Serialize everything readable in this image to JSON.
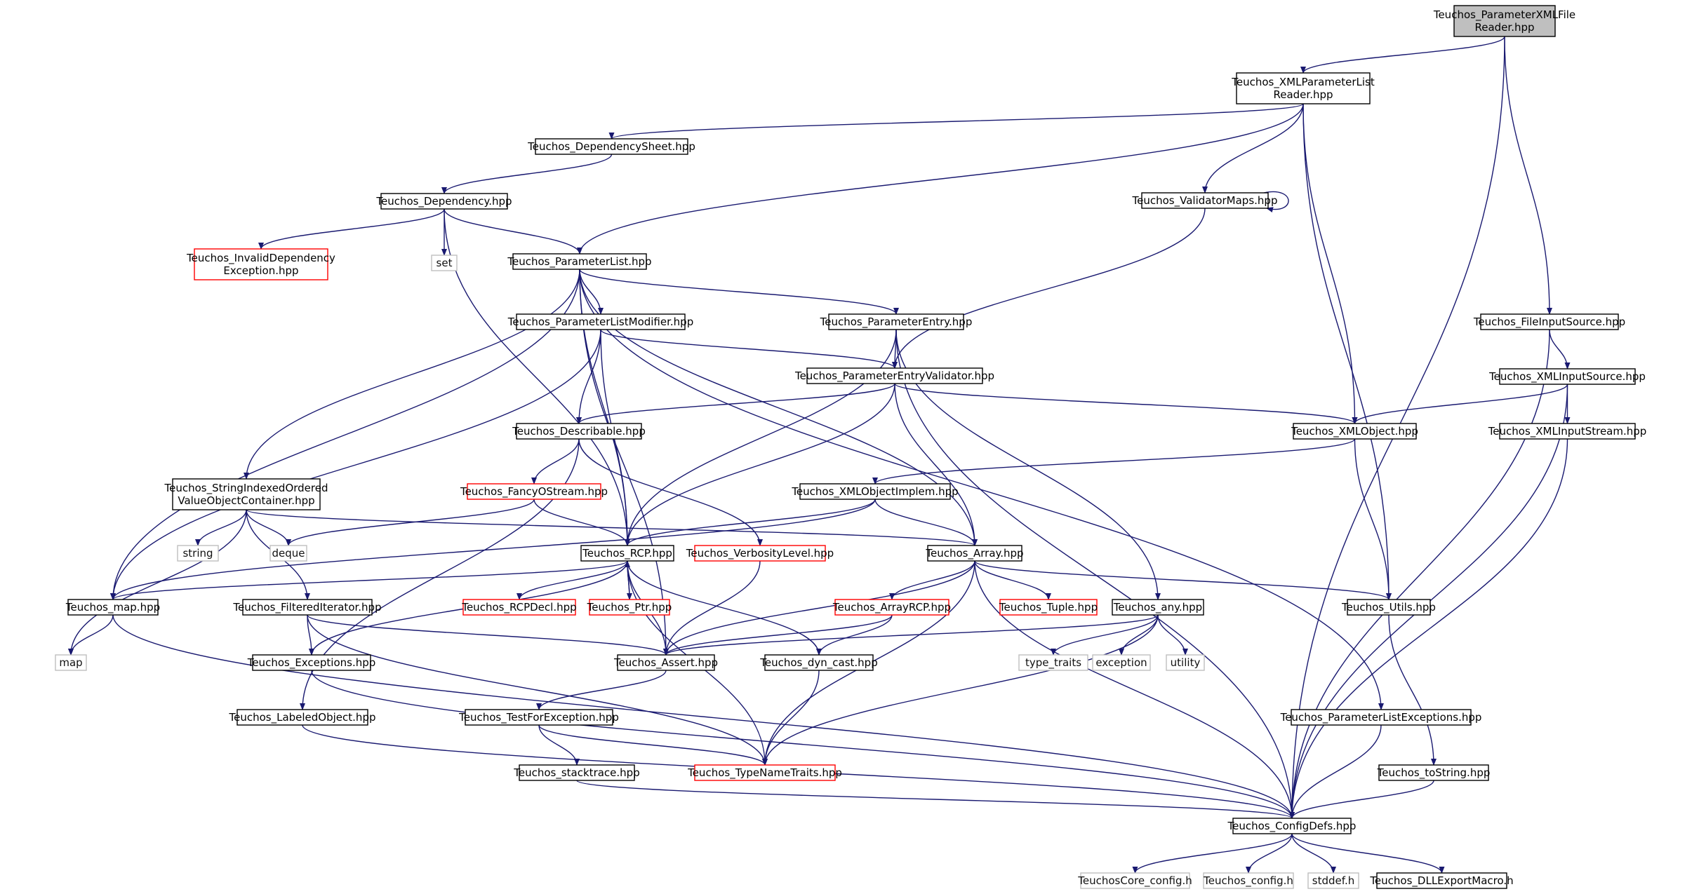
{
  "colors": {
    "edge": "#191970",
    "box_normal": "#000000",
    "box_truncated": "#ff0000",
    "box_external": "#bfbfbf",
    "root_fill": "#bfbfbf",
    "background": "#ffffff"
  },
  "nodes": [
    {
      "id": "root",
      "lines": [
        "Teuchos_ParameterXMLFile",
        "Reader.hpp"
      ],
      "style": "root"
    },
    {
      "id": "xmlplreader",
      "lines": [
        "Teuchos_XMLParameterList",
        "Reader.hpp"
      ],
      "style": "normal"
    },
    {
      "id": "depsheet",
      "lines": [
        "Teuchos_DependencySheet.hpp"
      ],
      "style": "normal"
    },
    {
      "id": "dependency",
      "lines": [
        "Teuchos_Dependency.hpp"
      ],
      "style": "normal"
    },
    {
      "id": "invaliddep",
      "lines": [
        "Teuchos_InvalidDependency",
        "Exception.hpp"
      ],
      "style": "truncated"
    },
    {
      "id": "set",
      "lines": [
        "set"
      ],
      "style": "external"
    },
    {
      "id": "paramlist",
      "lines": [
        "Teuchos_ParameterList.hpp"
      ],
      "style": "normal"
    },
    {
      "id": "validatormaps",
      "lines": [
        "Teuchos_ValidatorMaps.hpp"
      ],
      "style": "normal"
    },
    {
      "id": "plmodifier",
      "lines": [
        "Teuchos_ParameterListModifier.hpp"
      ],
      "style": "normal"
    },
    {
      "id": "paramentry",
      "lines": [
        "Teuchos_ParameterEntry.hpp"
      ],
      "style": "normal"
    },
    {
      "id": "fileinput",
      "lines": [
        "Teuchos_FileInputSource.hpp"
      ],
      "style": "normal"
    },
    {
      "id": "pevalidator",
      "lines": [
        "Teuchos_ParameterEntryValidator.hpp"
      ],
      "style": "normal"
    },
    {
      "id": "xmlinputsource",
      "lines": [
        "Teuchos_XMLInputSource.hpp"
      ],
      "style": "normal"
    },
    {
      "id": "describable",
      "lines": [
        "Teuchos_Describable.hpp"
      ],
      "style": "normal"
    },
    {
      "id": "xmlobject",
      "lines": [
        "Teuchos_XMLObject.hpp"
      ],
      "style": "normal"
    },
    {
      "id": "xmlinputstream",
      "lines": [
        "Teuchos_XMLInputStream.hpp"
      ],
      "style": "normal"
    },
    {
      "id": "stringindexed",
      "lines": [
        "Teuchos_StringIndexedOrdered",
        "ValueObjectContainer.hpp"
      ],
      "style": "normal"
    },
    {
      "id": "fancyostream",
      "lines": [
        "Teuchos_FancyOStream.hpp"
      ],
      "style": "truncated"
    },
    {
      "id": "xmlobjectimplem",
      "lines": [
        "Teuchos_XMLObjectImplem.hpp"
      ],
      "style": "normal"
    },
    {
      "id": "string",
      "lines": [
        "string"
      ],
      "style": "external"
    },
    {
      "id": "deque",
      "lines": [
        "deque"
      ],
      "style": "external"
    },
    {
      "id": "rcp",
      "lines": [
        "Teuchos_RCP.hpp"
      ],
      "style": "normal"
    },
    {
      "id": "verbosity",
      "lines": [
        "Teuchos_VerbosityLevel.hpp"
      ],
      "style": "truncated"
    },
    {
      "id": "array",
      "lines": [
        "Teuchos_Array.hpp"
      ],
      "style": "normal"
    },
    {
      "id": "map_hpp",
      "lines": [
        "Teuchos_map.hpp"
      ],
      "style": "normal"
    },
    {
      "id": "filtered",
      "lines": [
        "Teuchos_FilteredIterator.hpp"
      ],
      "style": "normal"
    },
    {
      "id": "rcpdecl",
      "lines": [
        "Teuchos_RCPDecl.hpp"
      ],
      "style": "truncated"
    },
    {
      "id": "ptr",
      "lines": [
        "Teuchos_Ptr.hpp"
      ],
      "style": "truncated"
    },
    {
      "id": "arrayrcp",
      "lines": [
        "Teuchos_ArrayRCP.hpp"
      ],
      "style": "truncated"
    },
    {
      "id": "tuple",
      "lines": [
        "Teuchos_Tuple.hpp"
      ],
      "style": "truncated"
    },
    {
      "id": "any",
      "lines": [
        "Teuchos_any.hpp"
      ],
      "style": "normal"
    },
    {
      "id": "utils",
      "lines": [
        "Teuchos_Utils.hpp"
      ],
      "style": "normal"
    },
    {
      "id": "map",
      "lines": [
        "map"
      ],
      "style": "external"
    },
    {
      "id": "exceptions",
      "lines": [
        "Teuchos_Exceptions.hpp"
      ],
      "style": "normal"
    },
    {
      "id": "assert",
      "lines": [
        "Teuchos_Assert.hpp"
      ],
      "style": "normal"
    },
    {
      "id": "dyncast",
      "lines": [
        "Teuchos_dyn_cast.hpp"
      ],
      "style": "normal"
    },
    {
      "id": "type_traits",
      "lines": [
        "type_traits"
      ],
      "style": "external"
    },
    {
      "id": "exception",
      "lines": [
        "exception"
      ],
      "style": "external"
    },
    {
      "id": "utility",
      "lines": [
        "utility"
      ],
      "style": "external"
    },
    {
      "id": "labeled",
      "lines": [
        "Teuchos_LabeledObject.hpp"
      ],
      "style": "normal"
    },
    {
      "id": "testforexc",
      "lines": [
        "Teuchos_TestForException.hpp"
      ],
      "style": "normal"
    },
    {
      "id": "plexceptions",
      "lines": [
        "Teuchos_ParameterListExceptions.hpp"
      ],
      "style": "normal"
    },
    {
      "id": "stacktrace",
      "lines": [
        "Teuchos_stacktrace.hpp"
      ],
      "style": "normal"
    },
    {
      "id": "typenametraits",
      "lines": [
        "Teuchos_TypeNameTraits.hpp"
      ],
      "style": "truncated"
    },
    {
      "id": "tostring",
      "lines": [
        "Teuchos_toString.hpp"
      ],
      "style": "normal"
    },
    {
      "id": "configdefs",
      "lines": [
        "Teuchos_ConfigDefs.hpp"
      ],
      "style": "normal"
    },
    {
      "id": "coreconfig",
      "lines": [
        "TeuchosCore_config.h"
      ],
      "style": "external"
    },
    {
      "id": "config",
      "lines": [
        "Teuchos_config.h"
      ],
      "style": "external"
    },
    {
      "id": "stddef",
      "lines": [
        "stddef.h"
      ],
      "style": "external"
    },
    {
      "id": "dllexport",
      "lines": [
        "Teuchos_DLLExportMacro.h"
      ],
      "style": "normal"
    }
  ],
  "edges": [
    [
      "root",
      "xmlplreader"
    ],
    [
      "root",
      "fileinput"
    ],
    [
      "root",
      "configdefs"
    ],
    [
      "xmlplreader",
      "depsheet"
    ],
    [
      "xmlplreader",
      "paramlist"
    ],
    [
      "xmlplreader",
      "validatormaps"
    ],
    [
      "xmlplreader",
      "xmlobject"
    ],
    [
      "xmlplreader",
      "utils"
    ],
    [
      "depsheet",
      "dependency"
    ],
    [
      "dependency",
      "invaliddep"
    ],
    [
      "dependency",
      "set"
    ],
    [
      "dependency",
      "paramlist"
    ],
    [
      "dependency",
      "rcp"
    ],
    [
      "validatormaps",
      "validatormaps"
    ],
    [
      "validatormaps",
      "pevalidator"
    ],
    [
      "paramlist",
      "plmodifier"
    ],
    [
      "paramlist",
      "paramentry"
    ],
    [
      "paramlist",
      "stringindexed"
    ],
    [
      "paramlist",
      "map_hpp"
    ],
    [
      "paramlist",
      "rcp"
    ],
    [
      "paramlist",
      "assert"
    ],
    [
      "paramlist",
      "array"
    ],
    [
      "paramlist",
      "plexceptions"
    ],
    [
      "plmodifier",
      "pevalidator"
    ],
    [
      "plmodifier",
      "describable"
    ],
    [
      "plmodifier",
      "rcp"
    ],
    [
      "plmodifier",
      "map_hpp"
    ],
    [
      "paramentry",
      "pevalidator"
    ],
    [
      "paramentry",
      "rcp"
    ],
    [
      "paramentry",
      "any"
    ],
    [
      "paramentry",
      "configdefs"
    ],
    [
      "fileinput",
      "xmlinputsource"
    ],
    [
      "fileinput",
      "configdefs"
    ],
    [
      "xmlinputsource",
      "xmlobject"
    ],
    [
      "xmlinputsource",
      "xmlinputstream"
    ],
    [
      "xmlinputsource",
      "configdefs"
    ],
    [
      "xmlinputstream",
      "configdefs"
    ],
    [
      "pevalidator",
      "describable"
    ],
    [
      "pevalidator",
      "xmlobject"
    ],
    [
      "pevalidator",
      "array"
    ],
    [
      "pevalidator",
      "rcp"
    ],
    [
      "xmlobject",
      "xmlobjectimplem"
    ],
    [
      "xmlobject",
      "utils"
    ],
    [
      "describable",
      "fancyostream"
    ],
    [
      "describable",
      "verbosity"
    ],
    [
      "describable",
      "labeled"
    ],
    [
      "fancyostream",
      "rcp"
    ],
    [
      "fancyostream",
      "deque"
    ],
    [
      "stringindexed",
      "string"
    ],
    [
      "stringindexed",
      "deque"
    ],
    [
      "stringindexed",
      "map"
    ],
    [
      "stringindexed",
      "filtered"
    ],
    [
      "stringindexed",
      "array"
    ],
    [
      "xmlobjectimplem",
      "rcp"
    ],
    [
      "xmlobjectimplem",
      "array"
    ],
    [
      "xmlobjectimplem",
      "map_hpp"
    ],
    [
      "rcp",
      "rcpdecl"
    ],
    [
      "rcp",
      "ptr"
    ],
    [
      "rcp",
      "assert"
    ],
    [
      "rcp",
      "exceptions"
    ],
    [
      "rcp",
      "dyncast"
    ],
    [
      "rcp",
      "typenametraits"
    ],
    [
      "rcp",
      "map_hpp"
    ],
    [
      "ptr",
      "rcp"
    ],
    [
      "verbosity",
      "assert"
    ],
    [
      "array",
      "arrayrcp"
    ],
    [
      "array",
      "tuple"
    ],
    [
      "array",
      "utils"
    ],
    [
      "array",
      "assert"
    ],
    [
      "array",
      "typenametraits"
    ],
    [
      "array",
      "configdefs"
    ],
    [
      "arrayrcp",
      "assert"
    ],
    [
      "arrayrcp",
      "dyncast"
    ],
    [
      "any",
      "type_traits"
    ],
    [
      "any",
      "exception"
    ],
    [
      "any",
      "utility"
    ],
    [
      "any",
      "assert"
    ],
    [
      "any",
      "typenametraits"
    ],
    [
      "utils",
      "tostring"
    ],
    [
      "map_hpp",
      "map"
    ],
    [
      "map_hpp",
      "configdefs"
    ],
    [
      "filtered",
      "exceptions"
    ],
    [
      "filtered",
      "assert"
    ],
    [
      "filtered",
      "typenametraits"
    ],
    [
      "exceptions",
      "configdefs"
    ],
    [
      "assert",
      "testforexc"
    ],
    [
      "dyncast",
      "typenametraits"
    ],
    [
      "testforexc",
      "stacktrace"
    ],
    [
      "testforexc",
      "typenametraits"
    ],
    [
      "stacktrace",
      "configdefs"
    ],
    [
      "labeled",
      "configdefs"
    ],
    [
      "plexceptions",
      "configdefs"
    ],
    [
      "tostring",
      "configdefs"
    ],
    [
      "configdefs",
      "coreconfig"
    ],
    [
      "configdefs",
      "config"
    ],
    [
      "configdefs",
      "stddef"
    ],
    [
      "configdefs",
      "dllexport"
    ]
  ]
}
